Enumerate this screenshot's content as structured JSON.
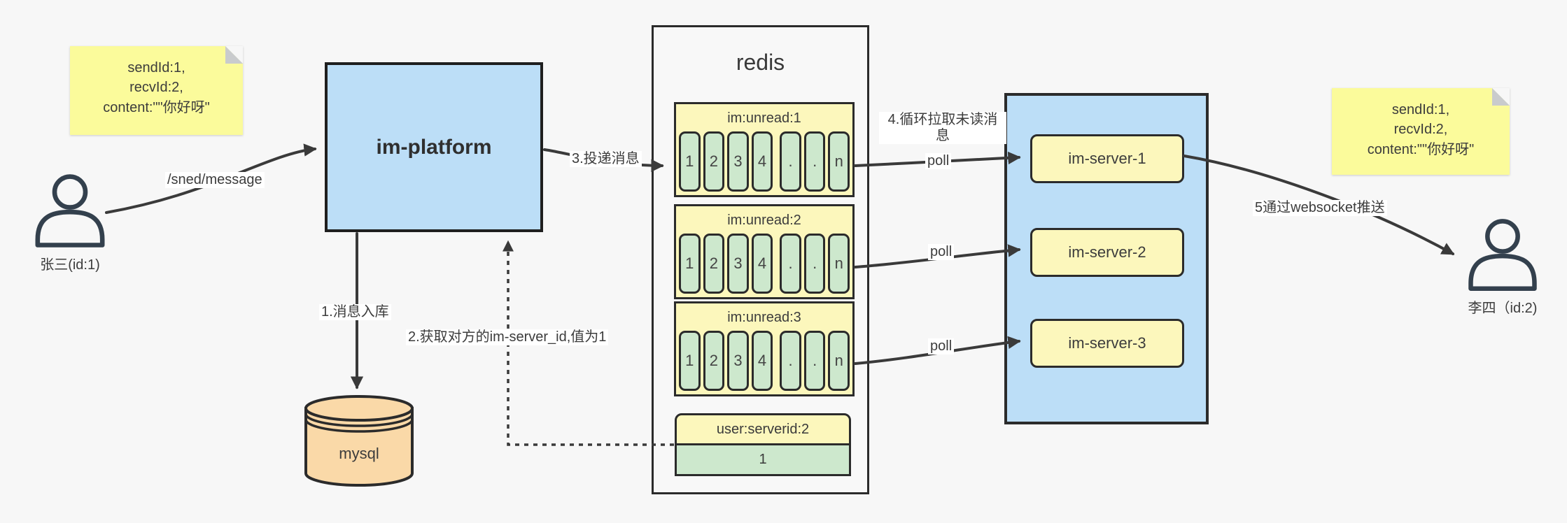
{
  "notes": {
    "left": {
      "lines": [
        "sendId:1,",
        "recvId:2,",
        "content:\"\"你好呀\""
      ]
    },
    "right": {
      "lines": [
        "sendId:1,",
        "recvId:2,",
        "content:\"\"你好呀\""
      ]
    }
  },
  "actors": {
    "sender": {
      "label": "张三(id:1)"
    },
    "receiver": {
      "label": "李四（id:2)"
    }
  },
  "platform": {
    "label": "im-platform"
  },
  "database": {
    "label": "mysql"
  },
  "redis": {
    "title": "redis",
    "queues": [
      {
        "header": "im:unread:1",
        "cells": [
          "1",
          "2",
          "3",
          "4",
          ".",
          ".",
          "n"
        ]
      },
      {
        "header": "im:unread:2",
        "cells": [
          "1",
          "2",
          "3",
          "4",
          ".",
          ".",
          "n"
        ]
      },
      {
        "header": "im:unread:3",
        "cells": [
          "1",
          "2",
          "3",
          "4",
          ".",
          ".",
          "n"
        ]
      }
    ],
    "kv": {
      "header": "user:serverid:2",
      "value": "1"
    }
  },
  "servers": {
    "items": [
      {
        "label": "im-server-1"
      },
      {
        "label": "im-server-2"
      },
      {
        "label": "im-server-3"
      }
    ]
  },
  "edges": {
    "send": "/sned/message",
    "store": "1.消息入库",
    "get_server_id": "2.获取对方的im-server_id,值为1",
    "deliver": "3.投递消息",
    "poll_loop": "4.循环拉取未读消息",
    "poll": "poll",
    "push": "5通过websocket推送"
  },
  "colors": {
    "background": "#f7f7f7",
    "sticky_note": "#fbfb9b",
    "blue_container": "#bcdef7",
    "yellow_box": "#fcf7bc",
    "green_cell": "#cde8cd",
    "mysql_orange": "#fad9a8",
    "border": "#2b2b2b",
    "arrow": "#3a3a3a"
  }
}
